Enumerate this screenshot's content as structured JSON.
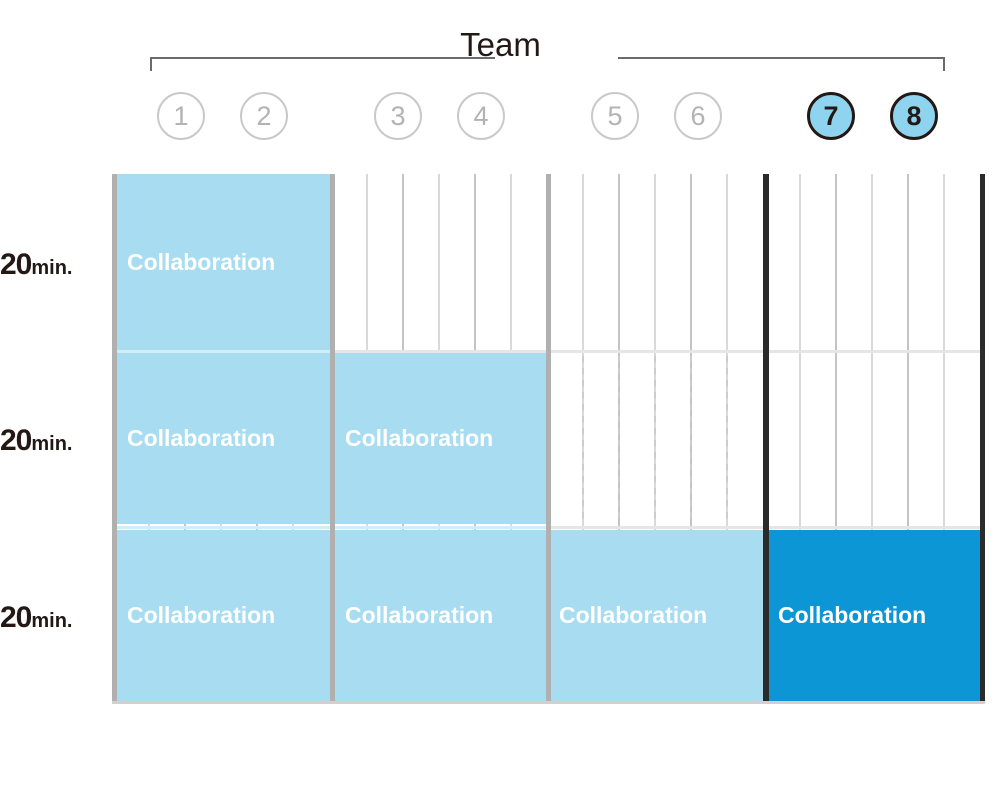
{
  "header": {
    "title": "Team",
    "bracket_color": "#6b6b6b"
  },
  "team_members": [
    {
      "label": "1",
      "state": "inactive"
    },
    {
      "label": "2",
      "state": "inactive"
    },
    {
      "label": "3",
      "state": "inactive"
    },
    {
      "label": "4",
      "state": "inactive"
    },
    {
      "label": "5",
      "state": "inactive"
    },
    {
      "label": "6",
      "state": "inactive"
    },
    {
      "label": "7",
      "state": "active"
    },
    {
      "label": "8",
      "state": "active"
    }
  ],
  "rows": [
    {
      "value": "20",
      "unit": "min."
    },
    {
      "value": "20",
      "unit": "min."
    },
    {
      "value": "20",
      "unit": "min."
    }
  ],
  "cells": {
    "collaboration_label": "Collaboration"
  },
  "colors": {
    "fill_light": "#a8dcf0",
    "fill_strong": "#0d96d6",
    "circle_active_fill": "#8fd4ef",
    "circle_inactive_border": "#c9c9c9",
    "circle_inactive_text": "#b3b3b3",
    "divider_gray": "#b0b0b0",
    "divider_dark": "#2b2b2b",
    "gridline": "#c4c4c4",
    "text_dark": "#231815",
    "text_on_fill": "#ffffff"
  },
  "chart_data": {
    "type": "bar",
    "title": "Team",
    "xlabel": "Team",
    "ylabel": "",
    "categories": [
      "1",
      "2",
      "3",
      "4",
      "5",
      "6",
      "7",
      "8"
    ],
    "column_groups": [
      {
        "name": "group-1",
        "members": [
          "1",
          "2"
        ]
      },
      {
        "name": "group-2",
        "members": [
          "3",
          "4"
        ]
      },
      {
        "name": "group-3",
        "members": [
          "5",
          "6"
        ]
      },
      {
        "name": "group-4",
        "members": [
          "7",
          "8"
        ],
        "highlighted": true
      }
    ],
    "row_labels": [
      "20min.",
      "20min.",
      "20min."
    ],
    "grid": true,
    "legend": "none",
    "matrix": [
      [
        {
          "group": "group-1",
          "label": "Collaboration",
          "style": "light"
        },
        {
          "group": "group-2",
          "label": "",
          "style": "empty"
        },
        {
          "group": "group-3",
          "label": "",
          "style": "empty"
        },
        {
          "group": "group-4",
          "label": "",
          "style": "empty"
        }
      ],
      [
        {
          "group": "group-1",
          "label": "Collaboration",
          "style": "light"
        },
        {
          "group": "group-2",
          "label": "Collaboration",
          "style": "light"
        },
        {
          "group": "group-3",
          "label": "",
          "style": "empty-dashed"
        },
        {
          "group": "group-4",
          "label": "",
          "style": "empty"
        }
      ],
      [
        {
          "group": "group-1",
          "label": "Collaboration",
          "style": "light"
        },
        {
          "group": "group-2",
          "label": "Collaboration",
          "style": "light"
        },
        {
          "group": "group-3",
          "label": "Collaboration",
          "style": "light"
        },
        {
          "group": "group-4",
          "label": "Collaboration",
          "style": "strong"
        }
      ]
    ]
  }
}
